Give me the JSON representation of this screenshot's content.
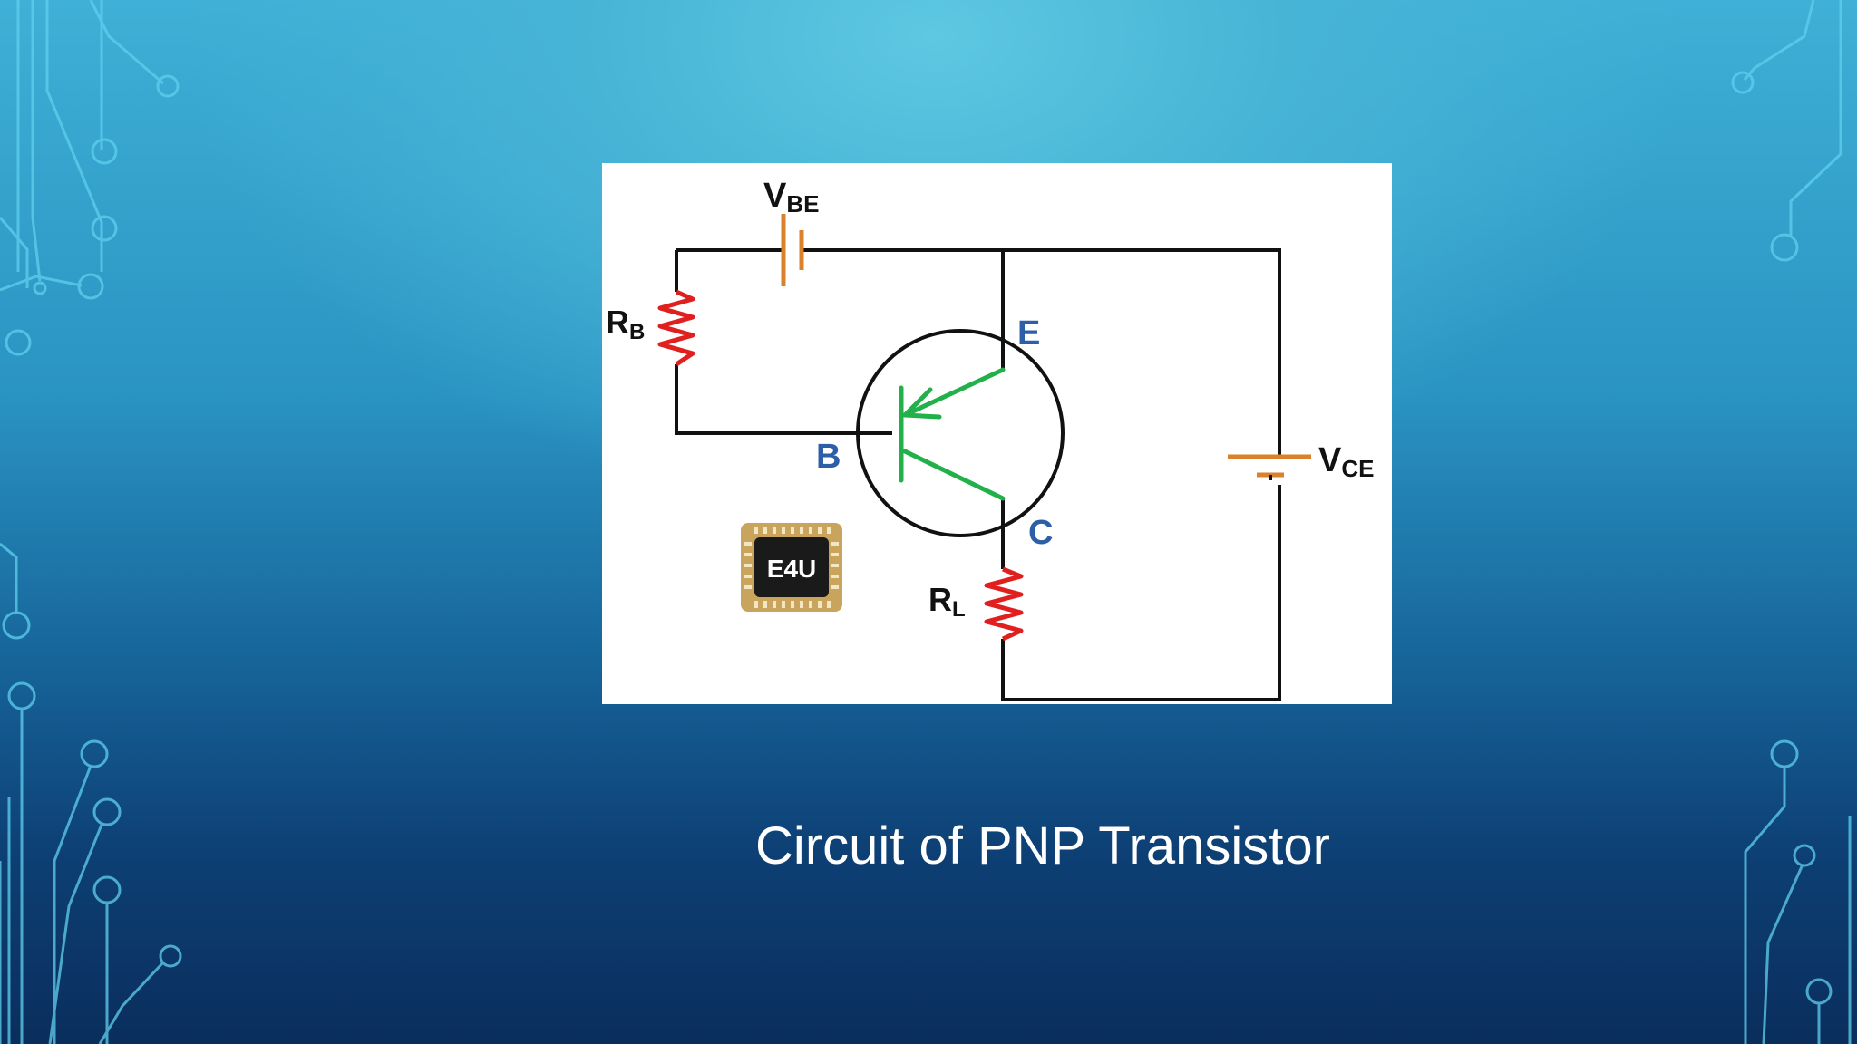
{
  "slide": {
    "caption": "Circuit of PNP Transistor"
  },
  "diagram": {
    "labels": {
      "vbe_main": "V",
      "vbe_sub": "BE",
      "rb_main": "R",
      "rb_sub": "B",
      "emitter": "E",
      "base": "B",
      "collector": "C",
      "rl_main": "R",
      "rl_sub": "L",
      "vce_main": "V",
      "vce_sub": "CE"
    },
    "logo_text": "E4U",
    "colors": {
      "wire": "#111111",
      "resistor": "#e0201e",
      "battery": "#d9822b",
      "transistor": "#22b04b",
      "terminal_label": "#2d5fa8",
      "logo_gold": "#c9a45c"
    }
  }
}
